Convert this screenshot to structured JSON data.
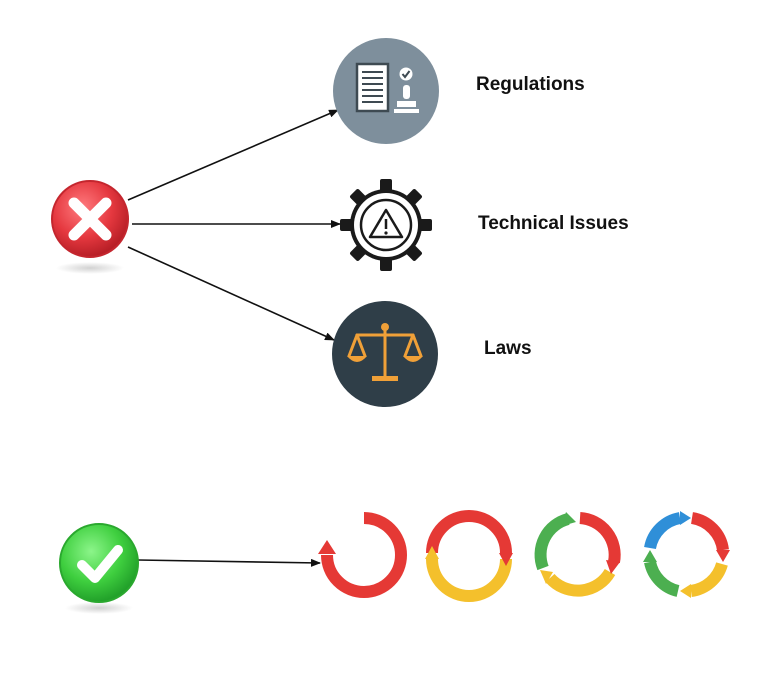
{
  "labels": {
    "regulations": "Regulations",
    "technical_issues": "Technical Issues",
    "laws": "Laws"
  },
  "icons": {
    "failure": "x-mark-icon",
    "success": "check-mark-icon",
    "regulations": "document-stamp-icon",
    "technical_issues": "gear-warning-icon",
    "laws": "scales-of-justice-icon",
    "cycle_stages": [
      "cycle-one-stage-icon",
      "cycle-two-stage-icon",
      "cycle-three-stage-icon",
      "cycle-four-stage-icon"
    ]
  },
  "colors": {
    "failure_red": "#e5383f",
    "success_green": "#3fcf3f",
    "regulations_bg": "#7e8f9c",
    "laws_bg": "#2f3e48",
    "laws_scale": "#f0a038",
    "cycle_red": "#e53935",
    "cycle_yellow": "#f4c02c",
    "cycle_green": "#4caf50",
    "cycle_blue": "#2f8fd8"
  }
}
